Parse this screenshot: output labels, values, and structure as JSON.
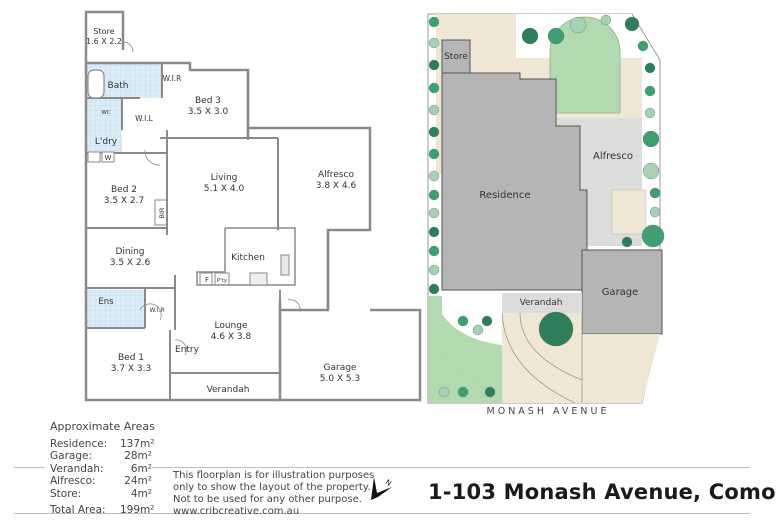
{
  "floorplan": {
    "rooms": [
      {
        "name": "Store",
        "dims": "1.6 X 2.2"
      },
      {
        "name": "Bath",
        "dims": ""
      },
      {
        "name": "W.I.R",
        "dims": ""
      },
      {
        "name": "Bed 3",
        "dims": "3.5 X 3.0"
      },
      {
        "name": "WC",
        "dims": ""
      },
      {
        "name": "W.I.L",
        "dims": ""
      },
      {
        "name": "L'dry",
        "dims": ""
      },
      {
        "name": "W",
        "dims": ""
      },
      {
        "name": "Living",
        "dims": "5.1 X 4.0"
      },
      {
        "name": "Alfresco",
        "dims": "3.8 X 4.6"
      },
      {
        "name": "Bed 2",
        "dims": "3.5 X 2.7"
      },
      {
        "name": "BIR",
        "dims": ""
      },
      {
        "name": "Dining",
        "dims": "3.5 X 2.6"
      },
      {
        "name": "Kitchen",
        "dims": ""
      },
      {
        "name": "F",
        "dims": ""
      },
      {
        "name": "P'ty",
        "dims": ""
      },
      {
        "name": "Ens",
        "dims": ""
      },
      {
        "name": "W.I.R",
        "dims": ""
      },
      {
        "name": "Lounge",
        "dims": "4.6 X 3.8"
      },
      {
        "name": "Entry",
        "dims": ""
      },
      {
        "name": "Bed 1",
        "dims": "3.7 X 3.3"
      },
      {
        "name": "Verandah",
        "dims": ""
      },
      {
        "name": "Garage",
        "dims": "5.0 X 5.3"
      }
    ]
  },
  "siteplan": {
    "labels": {
      "store": "Store",
      "residence": "Residence",
      "alfresco": "Alfresco",
      "verandah": "Verandah",
      "garage": "Garage"
    },
    "street": "MONASH AVENUE",
    "colors": {
      "building": "#b5b5b5",
      "alfresco": "#dcdcdc",
      "paving": "#efe6d5",
      "lawn": "#b3d9b0",
      "tree_dark": "#2e7d5b",
      "tree_mid": "#3f9e72",
      "tree_light": "#a6d1b4"
    }
  },
  "areas": {
    "title": "Approximate Areas",
    "items": [
      {
        "label": "Residence:",
        "value": "137m²"
      },
      {
        "label": "Garage:",
        "value": "28m²"
      },
      {
        "label": "Verandah:",
        "value": "6m²"
      },
      {
        "label": "Alfresco:",
        "value": "24m²"
      },
      {
        "label": "Store:",
        "value": "4m²"
      }
    ],
    "total_label": "Total Area:",
    "total_value": "199m²"
  },
  "disclaimer": {
    "line1": "This floorplan is for illustration purposes",
    "line2": "only to show the layout of the property.",
    "line3": "Not to be used for any other purpose.",
    "line4": "www.cribcreative.com.au"
  },
  "address": "1-103 Monash Avenue, Como",
  "north_label": "N"
}
